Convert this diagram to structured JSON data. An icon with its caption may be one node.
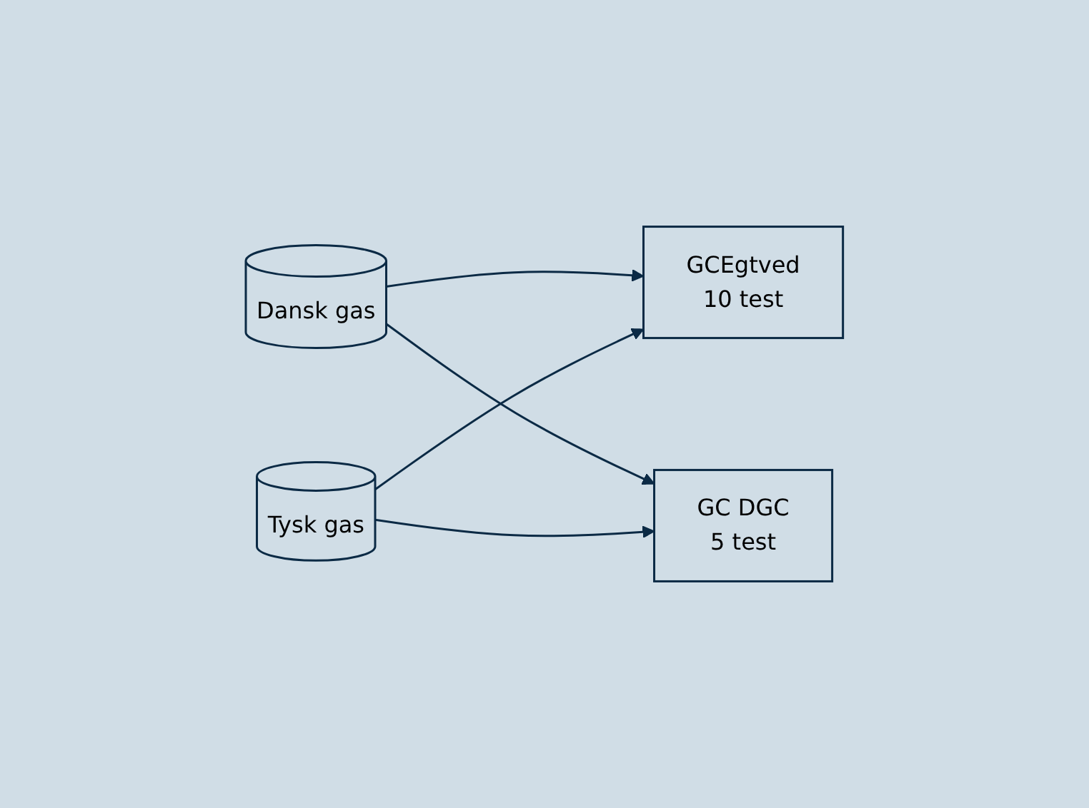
{
  "diagram": {
    "nodes": [
      {
        "text": [
          "Dansk gas"
        ]
      },
      {
        "text": [
          "Tysk gas"
        ]
      },
      {
        "text": [
          "GCEgtved",
          "10 test"
        ]
      },
      {
        "text": [
          "GC DGC",
          "5 test"
        ]
      }
    ],
    "edges": [
      {
        "from": 0,
        "to": 2,
        "arrow": "to"
      },
      {
        "from": 0,
        "to": 3,
        "arrow": "to"
      },
      {
        "from": 1,
        "to": 2,
        "arrow": "to"
      },
      {
        "from": 1,
        "to": 3,
        "arrow": "to"
      }
    ]
  }
}
